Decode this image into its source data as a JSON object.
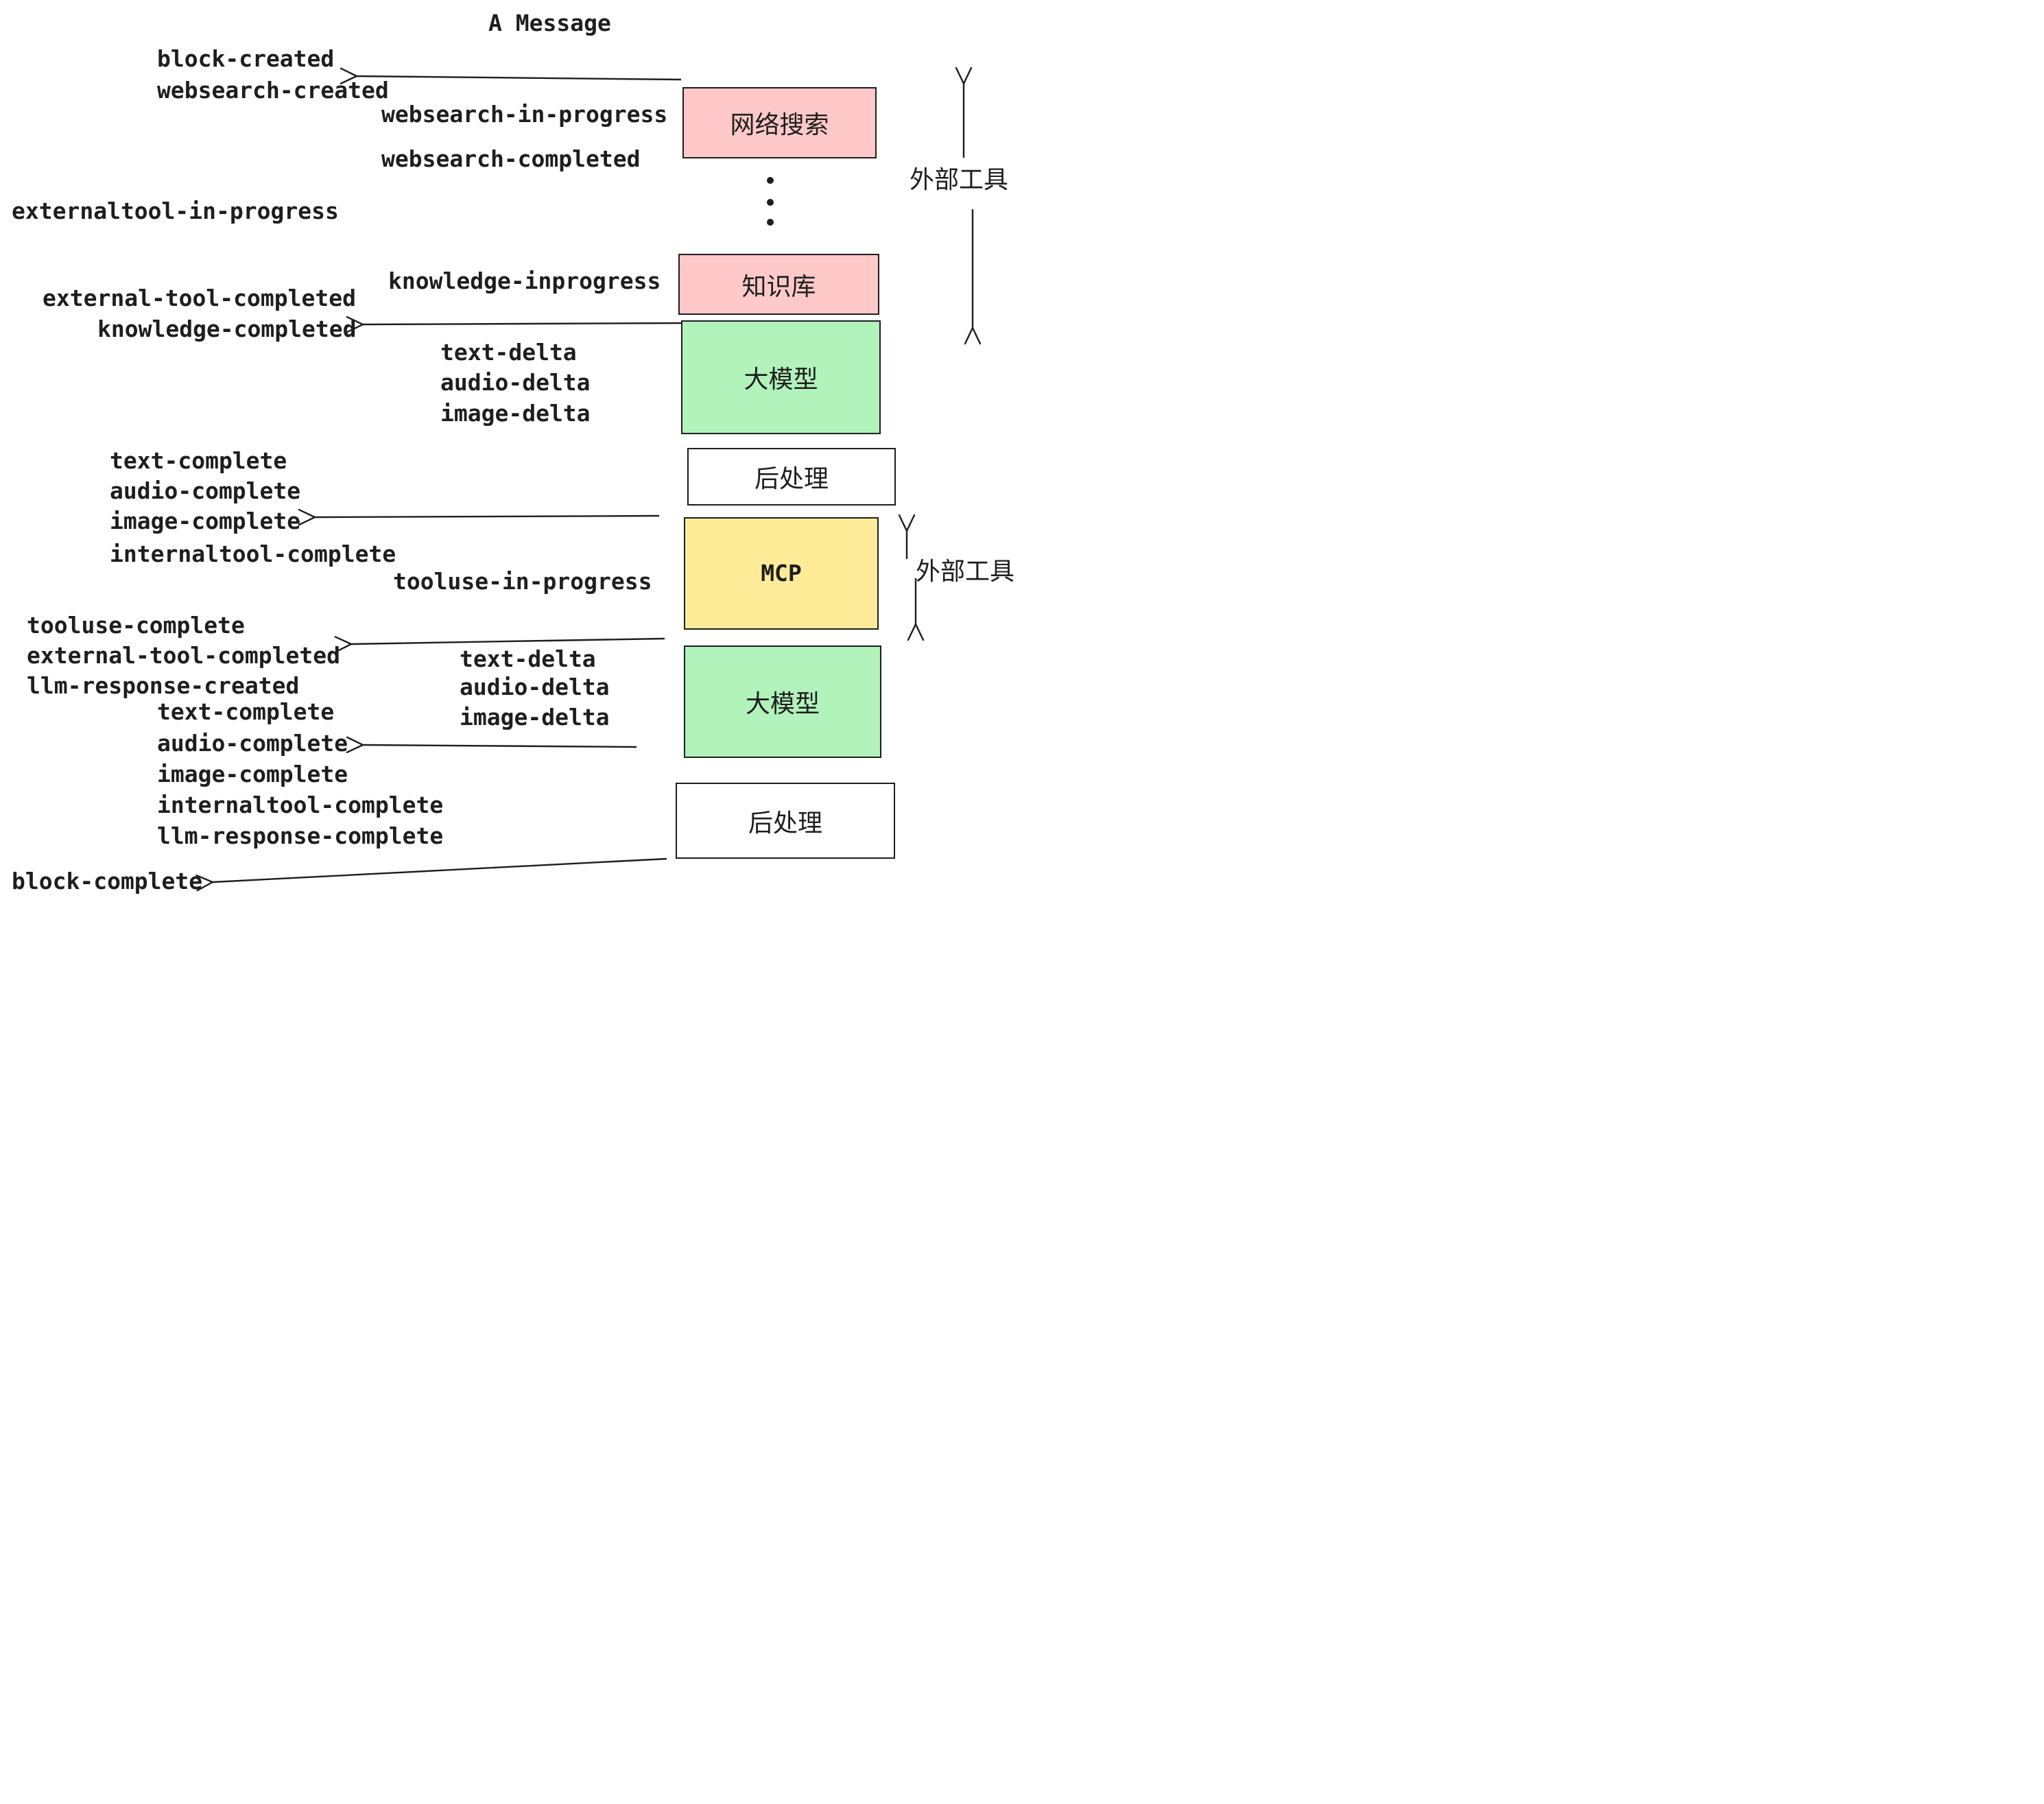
{
  "diagram": {
    "title": "A Message",
    "colors": {
      "pink": "#ffc9c9",
      "green": "#b2f2bb",
      "yellow": "#ffec99",
      "white": "#ffffff",
      "stroke": "#1e1e1e",
      "background": "#ffffff"
    },
    "boxes": [
      {
        "id": "websearch",
        "label": "网络搜索",
        "color": "#ffc9c9"
      },
      {
        "id": "knowledge",
        "label": "知识库",
        "color": "#ffc9c9"
      },
      {
        "id": "llm-1",
        "label": "大模型",
        "color": "#b2f2bb"
      },
      {
        "id": "postprocess-1",
        "label": "后处理",
        "color": "#ffffff"
      },
      {
        "id": "mcp",
        "label": "MCP",
        "color": "#ffec99"
      },
      {
        "id": "llm-2",
        "label": "大模型",
        "color": "#b2f2bb"
      },
      {
        "id": "postprocess-2",
        "label": "后处理",
        "color": "#ffffff"
      }
    ],
    "side_labels": {
      "upper": "外部工具",
      "lower": "外部工具"
    },
    "events": [
      {
        "text": "block-created"
      },
      {
        "text": "websearch-created"
      },
      {
        "text": "websearch-in-progress"
      },
      {
        "text": "websearch-completed"
      },
      {
        "text": "externaltool-in-progress"
      },
      {
        "text": "knowledge-inprogress"
      },
      {
        "text": "external-tool-completed"
      },
      {
        "text": "knowledge-completed"
      },
      {
        "text": "text-delta"
      },
      {
        "text": "audio-delta"
      },
      {
        "text": "image-delta"
      },
      {
        "text": "text-complete"
      },
      {
        "text": "audio-complete"
      },
      {
        "text": "image-complete"
      },
      {
        "text": "internaltool-complete"
      },
      {
        "text": "tooluse-in-progress"
      },
      {
        "text": "tooluse-complete"
      },
      {
        "text": "external-tool-completed"
      },
      {
        "text": "llm-response-created"
      },
      {
        "text": "text-delta"
      },
      {
        "text": "audio-delta"
      },
      {
        "text": "image-delta"
      },
      {
        "text": "text-complete"
      },
      {
        "text": "audio-complete"
      },
      {
        "text": "image-complete"
      },
      {
        "text": "internaltool-complete"
      },
      {
        "text": "llm-response-complete"
      },
      {
        "text": "block-complete"
      }
    ]
  }
}
